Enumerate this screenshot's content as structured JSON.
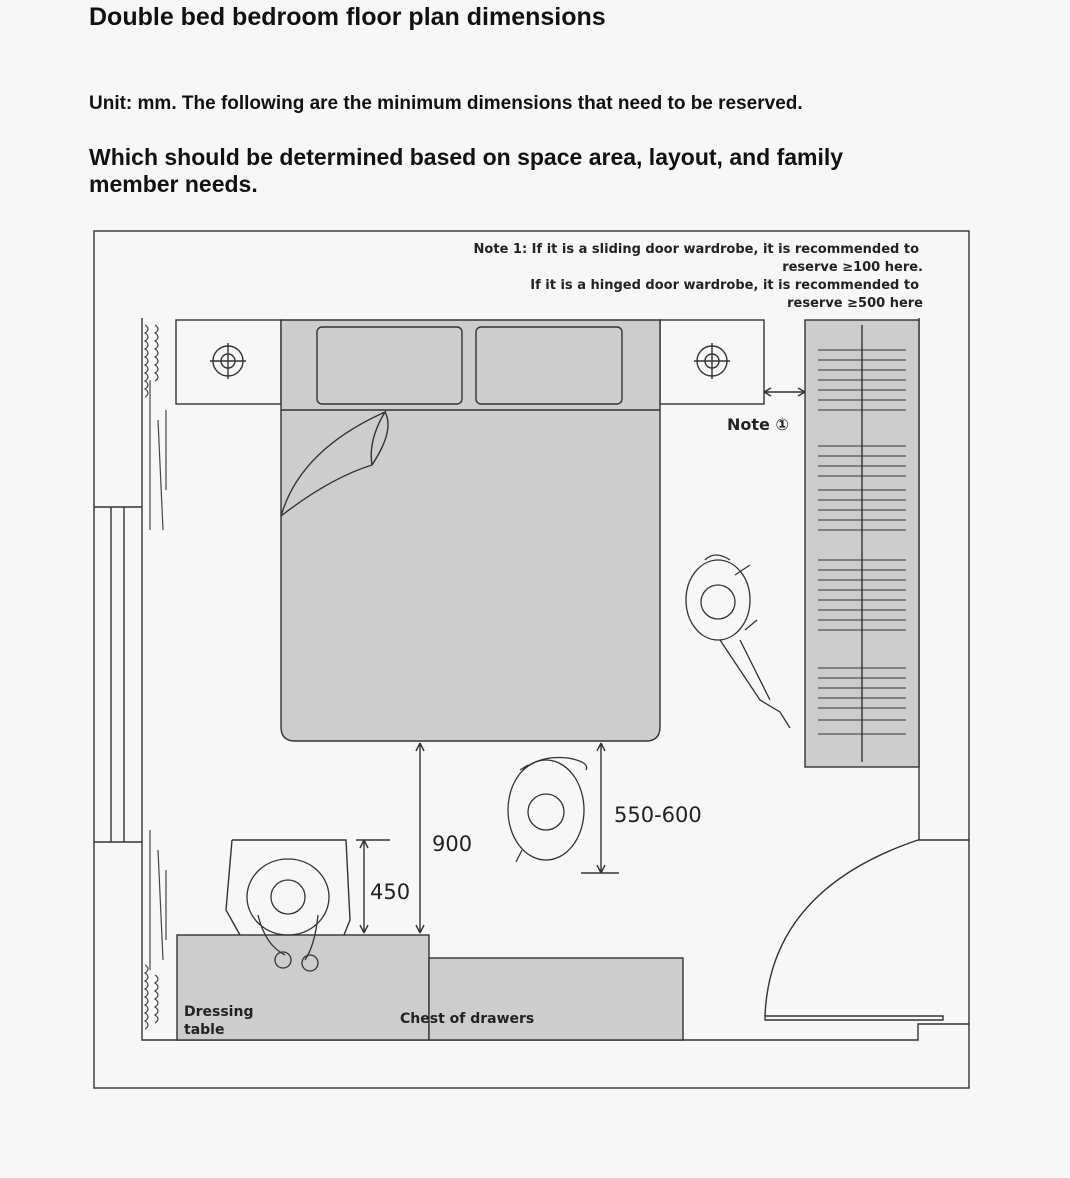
{
  "header": {
    "title": "Double bed bedroom floor plan dimensions",
    "unit_note": "Unit: mm. The following are the minimum dimensions that need to be reserved.",
    "determine_note": "Which should be determined based on space area, layout, and family member needs."
  },
  "plan": {
    "note1": {
      "line1": "Note 1: If it is a sliding door wardrobe, it is recommended to",
      "line2": "reserve ≥100 here.",
      "line3": "If it is a hinged door wardrobe, it is recommended to",
      "line4": "reserve ≥500 here"
    },
    "note_marker": "Note ①",
    "dimensions": {
      "bed_to_dresser": "900",
      "bed_walkway": "550-600",
      "chair_clearance": "450"
    },
    "furniture": {
      "dressing_table_line1": "Dressing",
      "dressing_table_line2": "table",
      "chest_of_drawers": "Chest of drawers"
    }
  },
  "colors": {
    "background": "#f7f7f7",
    "furniture_fill": "#cdcdcd",
    "line": "#333333"
  },
  "icons": [
    "lamp-icon",
    "person-icon",
    "hanger-icon",
    "curtain-icon",
    "door-swing-icon"
  ]
}
